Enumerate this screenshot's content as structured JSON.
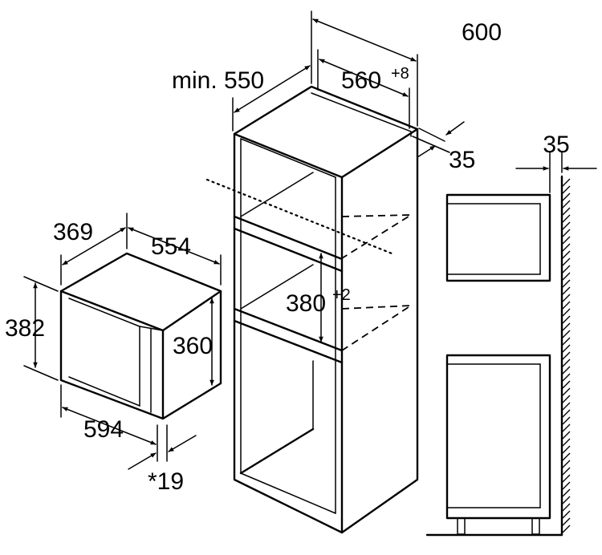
{
  "appliance": {
    "depth": "369",
    "width_top": "554",
    "height_outer": "382",
    "height_inner": "360",
    "width_front": "594",
    "note": "*19"
  },
  "cabinet": {
    "min_depth": "min. 550",
    "total_width": "600",
    "niche_width": "560",
    "niche_width_tol": "+8",
    "side_offset": "35",
    "niche_height": "380",
    "niche_height_tol": "+2"
  },
  "side_view": {
    "wall_gap": "35"
  }
}
